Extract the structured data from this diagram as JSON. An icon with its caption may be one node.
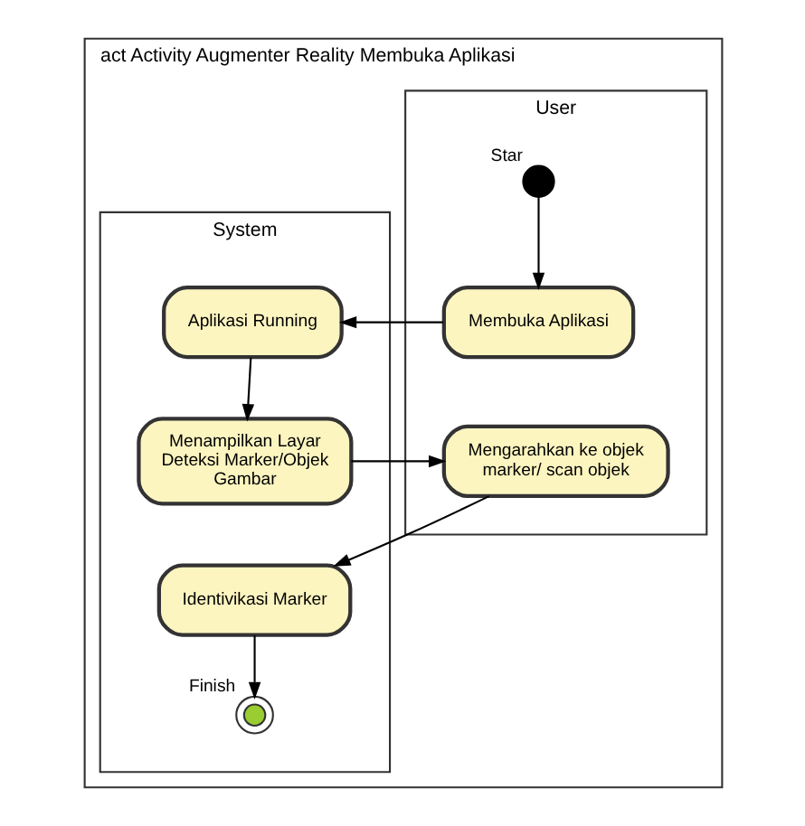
{
  "diagram": {
    "nodes": [
      {
        "text": [
          "act Activity Augmenter Reality Membuka Aplikasi"
        ]
      },
      {
        "text": [
          "User"
        ],
        "in": 0
      },
      {
        "text": [
          "System"
        ],
        "in": 0
      },
      {
        "text": [],
        "shape": "circle",
        "beside": [
          "Star"
        ],
        "in": 1
      },
      {
        "text": [
          "Membuka Aplikasi"
        ],
        "in": 1
      },
      {
        "text": [
          "Aplikasi Running"
        ],
        "in": 2
      },
      {
        "text": [
          "Menampilkan Layar Deteksi Marker/Objek Gambar"
        ],
        "in": 2
      },
      {
        "text": [
          "Mengarahkan ke objek marker/ scan objek"
        ],
        "in": 1
      },
      {
        "text": [
          "Identivikasi Marker"
        ],
        "in": 2
      },
      {
        "text": [],
        "shape": "circle",
        "beside": [
          "Finish"
        ],
        "in": 2
      }
    ],
    "edges": [
      {
        "from": 3,
        "to": 4,
        "arrow": "to"
      },
      {
        "from": 4,
        "to": 5,
        "arrow": "to"
      },
      {
        "from": 5,
        "to": 6,
        "arrow": "to"
      },
      {
        "from": 6,
        "to": 7,
        "arrow": "to"
      },
      {
        "from": 7,
        "to": 8,
        "arrow": "to"
      },
      {
        "from": 8,
        "to": 9,
        "arrow": "to"
      }
    ]
  }
}
